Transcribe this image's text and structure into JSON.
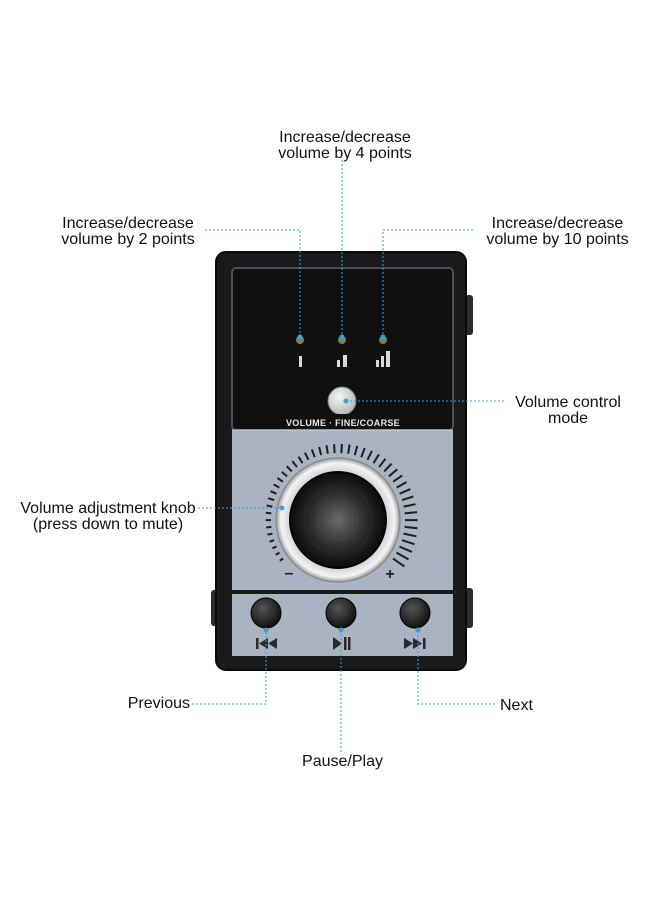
{
  "callouts": {
    "increase_4": {
      "line1": "Increase/decrease",
      "line2": "volume by 4 points"
    },
    "increase_2": {
      "line1": "Increase/decrease",
      "line2": "volume by 2 points"
    },
    "increase_10": {
      "line1": "Increase/decrease",
      "line2": "volume by 10 points"
    },
    "mode": {
      "line1": "Volume control",
      "line2": "mode"
    },
    "knob": {
      "line1": "Volume adjustment knob",
      "line2": "(press down to mute)"
    },
    "previous": "Previous",
    "next": "Next",
    "pause_play": "Pause/Play"
  },
  "device": {
    "mode_label": "VOLUME · FINE/COARSE",
    "minus": "–",
    "plus": "+",
    "icons": [
      "step-bar-1-icon",
      "step-bar-2-icon",
      "step-bar-3-icon",
      "previous-icon",
      "play-pause-icon",
      "next-icon"
    ]
  },
  "colors": {
    "leader_line": "#3aa0d8",
    "device_body": "#1a1a1a",
    "lower_panel": "#a9b3c2"
  }
}
